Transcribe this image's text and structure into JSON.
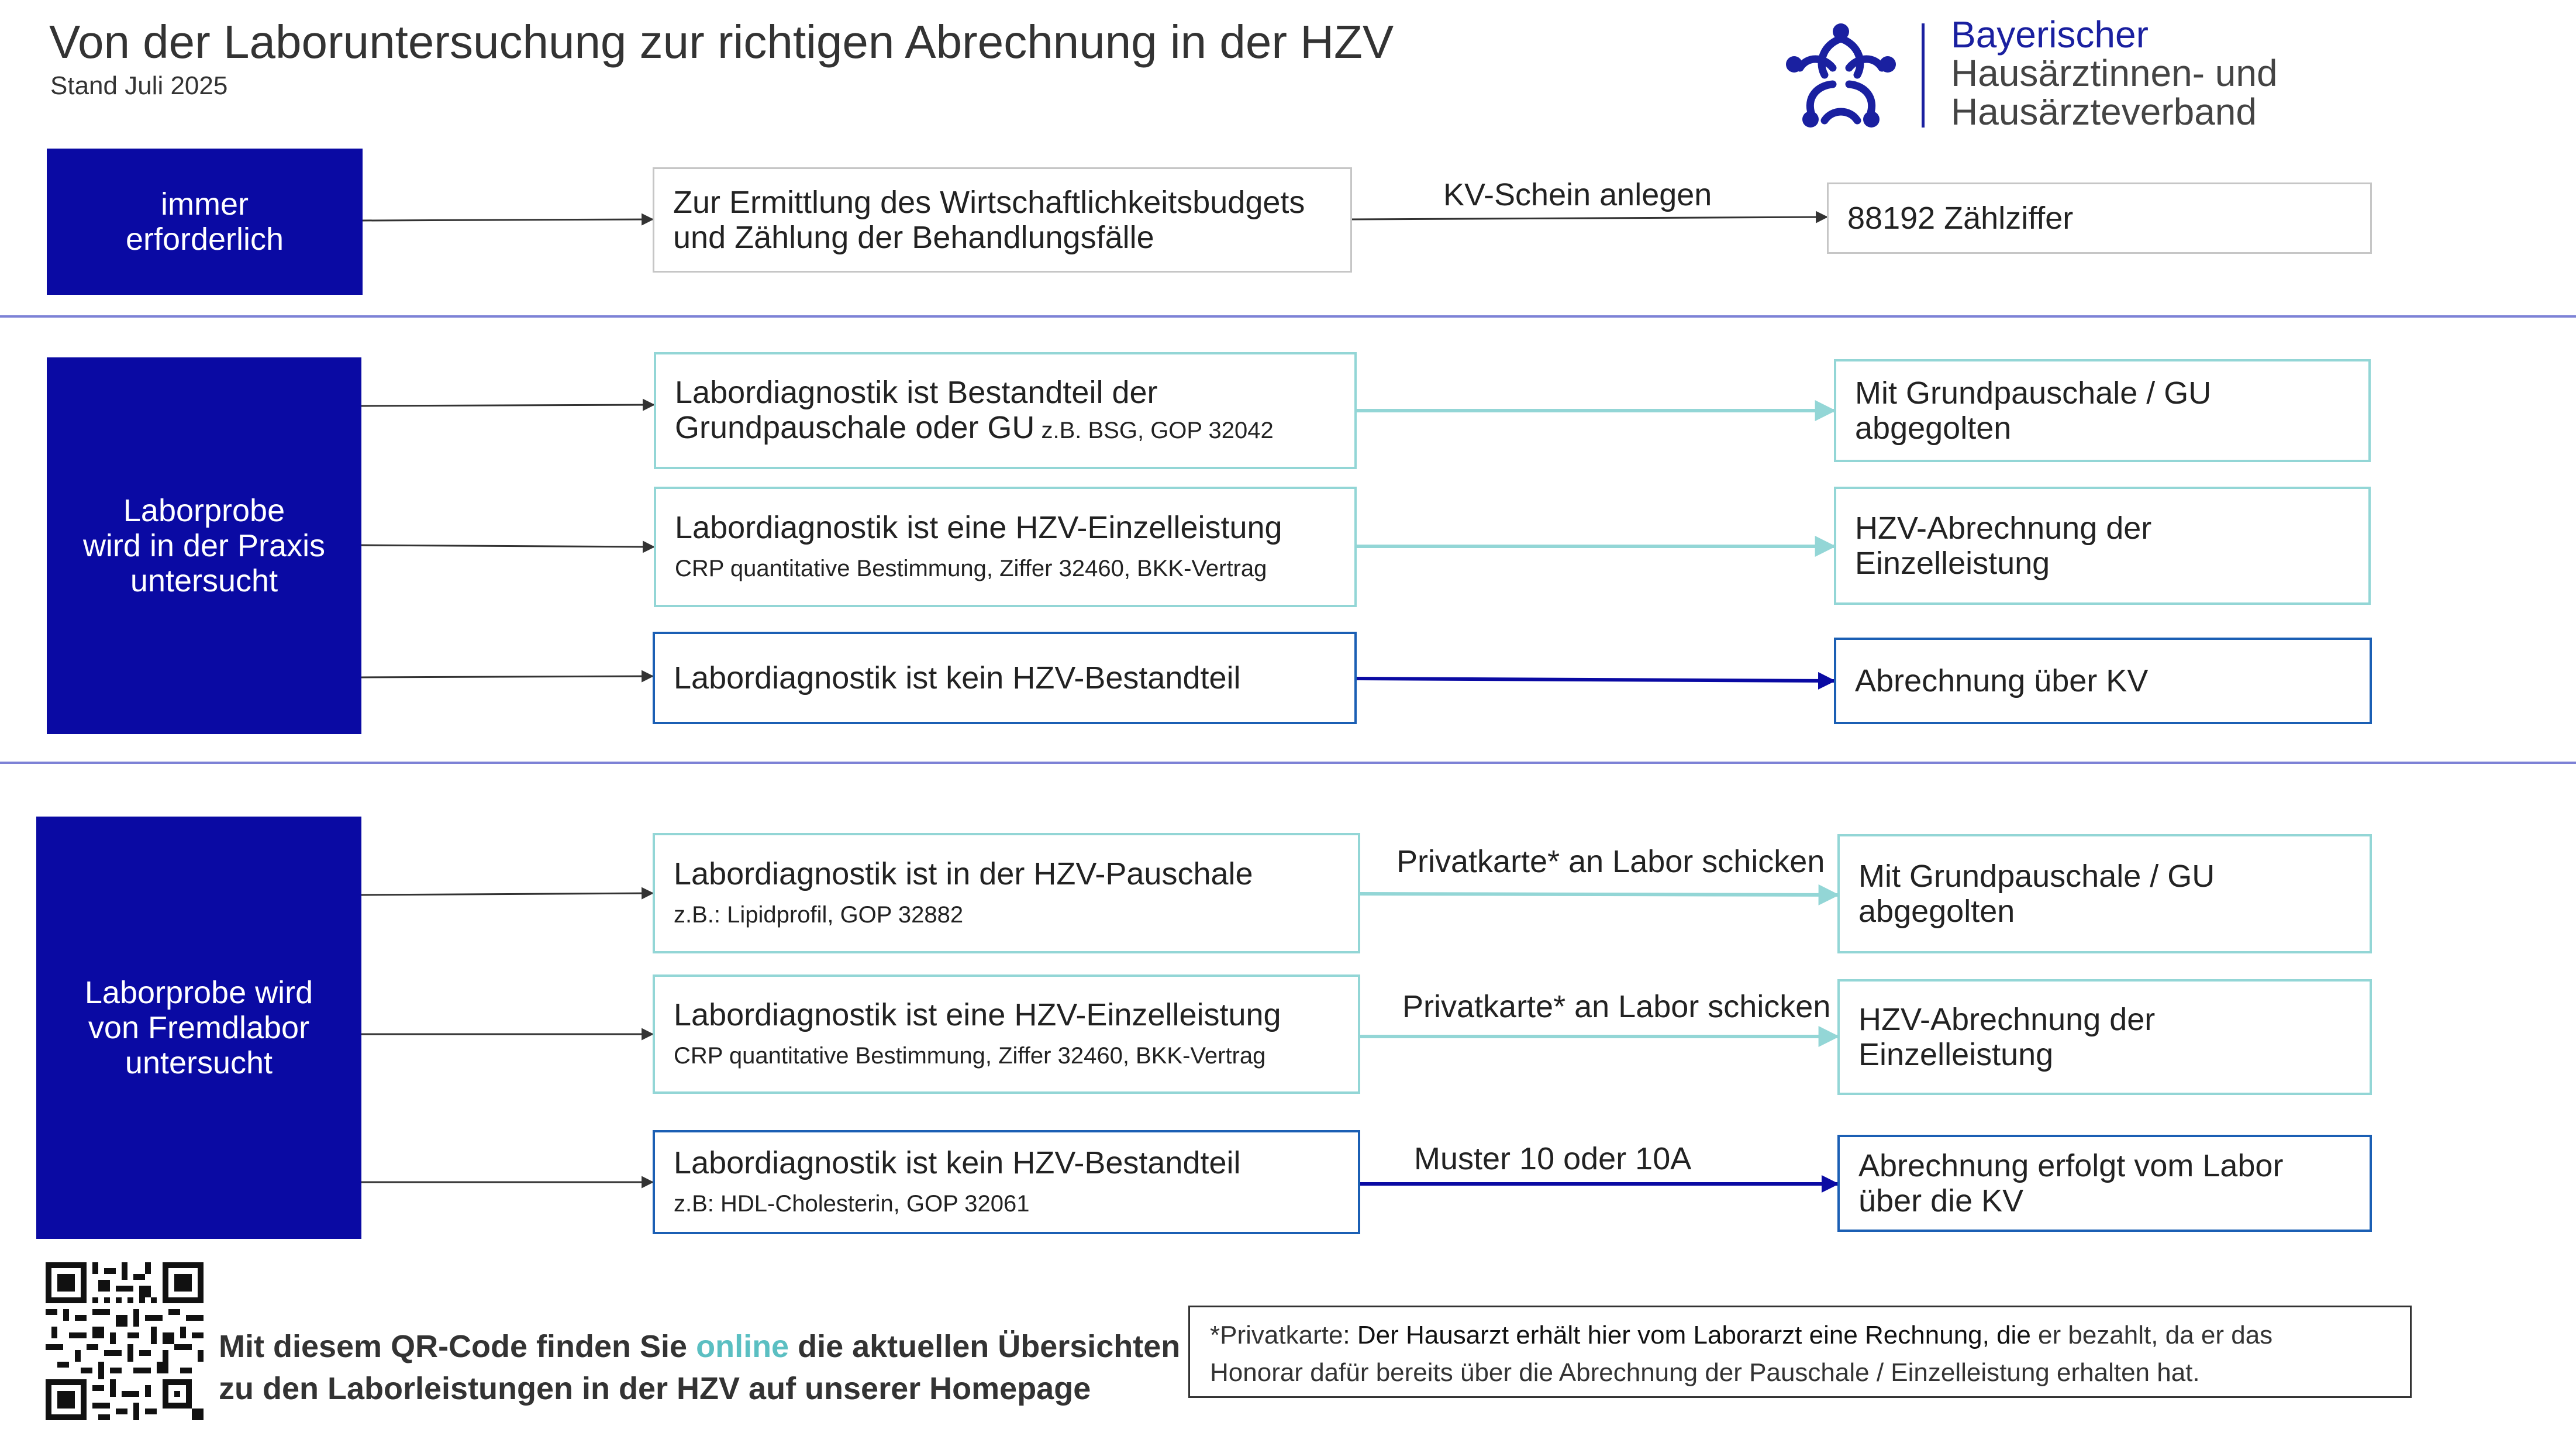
{
  "header": {
    "title": "Von der Laboruntersuchung zur richtigen Abrechnung in der HZV",
    "subtitle": "Stand Juli 2025"
  },
  "logo": {
    "line1": "Bayerischer",
    "line2": "Hausärztinnen- und",
    "line3": "Hausärzteverband",
    "icon": "hearts-star-logo-icon"
  },
  "colors": {
    "navy": "#0a0aa3",
    "teal": "#93d6d6",
    "blue_border": "#1b5fb4",
    "divider": "#7d82d6",
    "link_highlight": "#5bbfc2"
  },
  "section1": {
    "category": "immer\nerforderlich",
    "middle": {
      "line1": "Zur Ermittlung des Wirtschaftlichkeitsbudgets",
      "line2": "und Zählung der Behandlungsfälle"
    },
    "edge_label": "KV-Schein anlegen",
    "result": "88192 Zählziffer"
  },
  "section2": {
    "category": "Laborprobe\nwird in der Praxis\nuntersucht",
    "rows": [
      {
        "line1": "Labordiagnostik ist Bestandteil der",
        "line2": "Grundpauschale oder GU",
        "line2_small": " z.B. BSG, GOP 32042",
        "result_line1": "Mit  Grundpauschale / GU",
        "result_line2": "abgegolten"
      },
      {
        "line1": "Labordiagnostik ist eine HZV-Einzelleistung",
        "sub": "CRP quantitative Bestimmung, Ziffer 32460, BKK-Vertrag",
        "result_line1": "HZV-Abrechnung der",
        "result_line2": "Einzelleistung"
      },
      {
        "line1": "Labordiagnostik ist kein HZV-Bestandteil",
        "result_line1": "Abrechnung über KV"
      }
    ]
  },
  "section3": {
    "category": "Laborprobe wird\nvon Fremdlabor\nuntersucht",
    "rows": [
      {
        "line1": "Labordiagnostik ist in der HZV-Pauschale",
        "sub": "z.B.: Lipidprofil, GOP 32882",
        "edge_label": "Privatkarte* an Labor schicken",
        "result_line1": "Mit Grundpauschale / GU",
        "result_line2": "abgegolten"
      },
      {
        "line1": "Labordiagnostik ist eine HZV-Einzelleistung",
        "sub": "CRP quantitative Bestimmung,  Ziffer 32460, BKK-Vertrag",
        "edge_label": "Privatkarte* an Labor schicken",
        "result_line1": "HZV-Abrechnung der",
        "result_line2": "Einzelleistung"
      },
      {
        "line1": "Labordiagnostik ist kein HZV-Bestandteil",
        "sub": "z.B: HDL-Cholesterin, GOP 32061",
        "edge_label": "Muster 10 oder 10A",
        "result_line1": "Abrechnung erfolgt vom Labor",
        "result_line2": "über die KV"
      }
    ]
  },
  "footer": {
    "qr_icon": "qr-code-icon",
    "qr_text_part1": "Mit diesem QR-Code finden Sie ",
    "qr_text_link": "online",
    "qr_text_part2": " die aktuellen Übersichten",
    "qr_text_line2": "zu den Laborleistungen in der HZV auf unserer Homepage",
    "note_line1_a": "*Privatkarte",
    "note_line1_b": ": Der Hausarzt erhält hier vom Laborarzt eine Rechnung, die",
    "note_line1_c": " er bezahlt, da er das",
    "note_line2": "Honorar dafür bereits über die Abrechnung der Pauschale / Einzelleistung erhalten hat."
  }
}
